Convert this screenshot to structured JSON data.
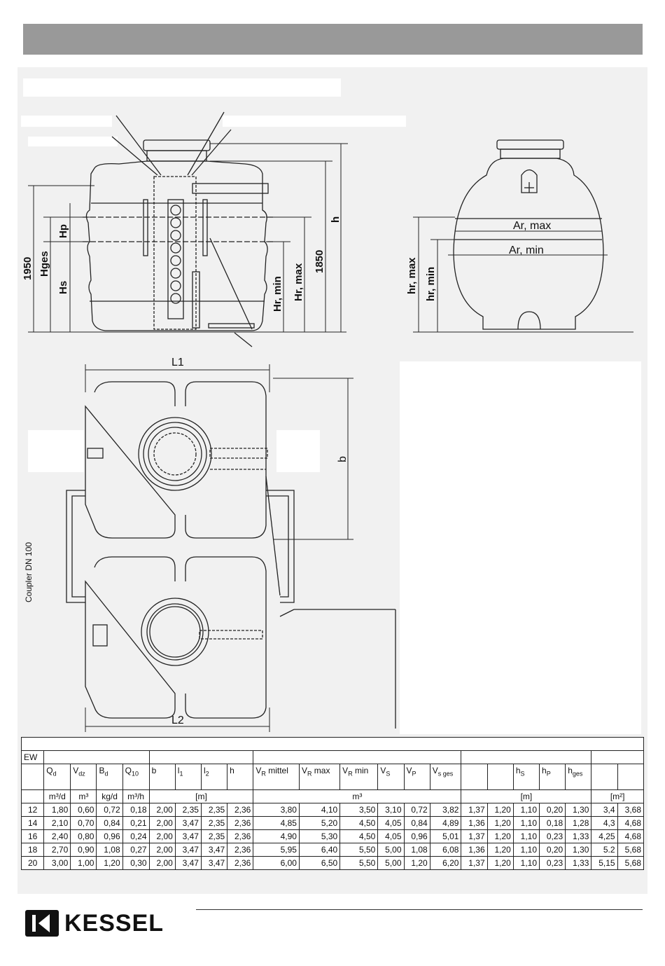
{
  "labels": {
    "side_dim_1950": "1950",
    "side_dim_hges": "Hges",
    "side_dim_hs": "Hs",
    "side_dim_hp": "Hp",
    "side_dim_hrmin": "Hr, min",
    "side_dim_hrmax": "Hr, max",
    "side_dim_1850": "1850",
    "side_dim_h": "h",
    "front_armax": "Ar, max",
    "front_armin": "Ar, min",
    "front_hrmax": "hr, max",
    "front_hrmin": "hr, min",
    "plan_l1": "L1",
    "plan_l2": "L2",
    "plan_b": "b",
    "coupler": "Coupler DN 100"
  },
  "table": {
    "ew_label": "EW",
    "symbols": [
      "Q",
      "V",
      "B",
      "Q",
      "b",
      "l",
      "l",
      "h",
      "V",
      "V",
      "V",
      "V",
      "V",
      "V",
      "",
      "",
      "h",
      "h",
      "h",
      "",
      ""
    ],
    "symbol_subs": [
      "d",
      "dz",
      "d",
      "10",
      "",
      "1",
      "2",
      "",
      "R",
      "R",
      "R",
      "S",
      "P",
      "s ges",
      "",
      "",
      "S",
      "P",
      "ges",
      "",
      ""
    ],
    "symbol_suffix": [
      "",
      "",
      "",
      "",
      "",
      "",
      "",
      "",
      " mittel",
      " max",
      " min",
      "",
      "",
      "",
      "",
      "",
      "",
      "",
      "",
      "",
      ""
    ],
    "units_a": [
      "m³/d",
      "m³",
      "kg/d",
      "m³/h"
    ],
    "unit_m1": "[m]",
    "unit_m3": "m³",
    "unit_m2": "[m]",
    "unit_m2sq": "[m²]",
    "rows": [
      [
        "12",
        "1,80",
        "0,60",
        "0,72",
        "0,18",
        "2,00",
        "2,35",
        "2,35",
        "2,36",
        "3,80",
        "4,10",
        "3,50",
        "3,10",
        "0,72",
        "3,82",
        "1,37",
        "1,20",
        "1,10",
        "0,20",
        "1,30",
        "3,4",
        "3,68"
      ],
      [
        "14",
        "2,10",
        "0,70",
        "0,84",
        "0,21",
        "2,00",
        "3,47",
        "2,35",
        "2,36",
        "4,85",
        "5,20",
        "4,50",
        "4,05",
        "0,84",
        "4,89",
        "1,36",
        "1,20",
        "1,10",
        "0,18",
        "1,28",
        "4,3",
        "4,68"
      ],
      [
        "16",
        "2,40",
        "0,80",
        "0,96",
        "0,24",
        "2,00",
        "3,47",
        "2,35",
        "2,36",
        "4,90",
        "5,30",
        "4,50",
        "4,05",
        "0,96",
        "5,01",
        "1,37",
        "1,20",
        "1,10",
        "0,23",
        "1,33",
        "4,25",
        "4,68"
      ],
      [
        "18",
        "2,70",
        "0,90",
        "1,08",
        "0,27",
        "2,00",
        "3,47",
        "3,47",
        "2,36",
        "5,95",
        "6,40",
        "5,50",
        "5,00",
        "1,08",
        "6,08",
        "1,36",
        "1,20",
        "1,10",
        "0,20",
        "1,30",
        "5.2",
        "5,68"
      ],
      [
        "20",
        "3,00",
        "1,00",
        "1,20",
        "0,30",
        "2,00",
        "3,47",
        "3,47",
        "2,36",
        "6,00",
        "6,50",
        "5,50",
        "5,00",
        "1,20",
        "6,20",
        "1,37",
        "1,20",
        "1,10",
        "0,23",
        "1,33",
        "5,15",
        "5,68"
      ]
    ]
  },
  "logo": {
    "text": "KESSEL"
  }
}
